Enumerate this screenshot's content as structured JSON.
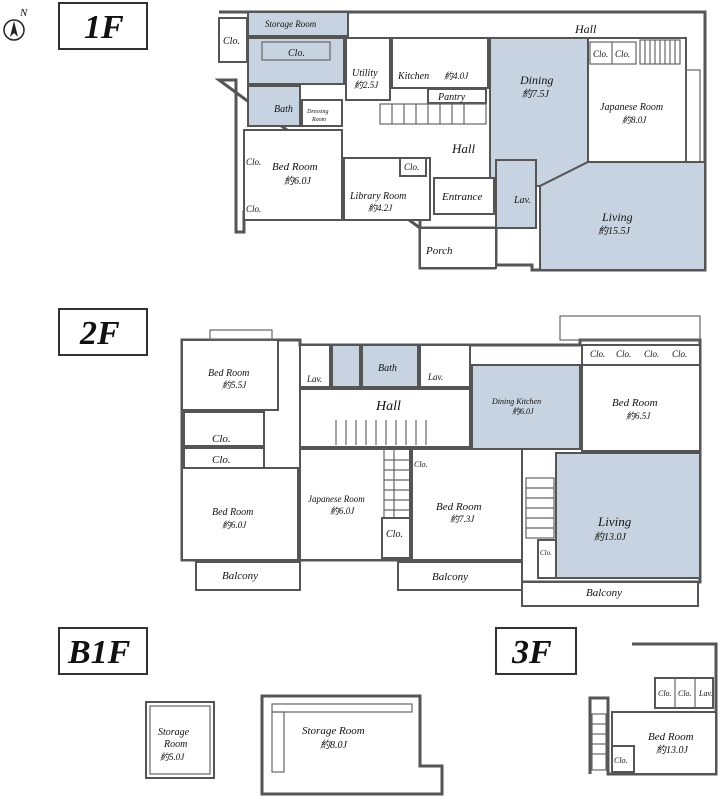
{
  "compass": {
    "letter": "N"
  },
  "floors": {
    "f1": "1F",
    "f2": "2F",
    "b1": "B1F",
    "f3": "3F"
  },
  "rooms_1f": {
    "storage": "Storage Room",
    "hall_top": "Hall",
    "clo_a": "Clo.",
    "clo_b": "Clo.",
    "clo_c": "Clo.",
    "clo_d": "Clo.",
    "utility": "Utility",
    "utility_size": "約2.5J",
    "kitchen": "Kitchen",
    "kitchen_size": "約4.0J",
    "pantry": "Pantry",
    "dining": "Dining",
    "dining_size": "約7.5J",
    "japanese": "Japanese Room",
    "japanese_size": "約8.0J",
    "bath": "Bath",
    "dressing": "Dressing",
    "dressing2": "Room",
    "hall_mid": "Hall",
    "bedroom": "Bed Room",
    "bedroom_size": "約6.0J",
    "clo_e": "Clo.",
    "clo_f": "Clo.",
    "clo_g": "Clo.",
    "library": "Library Room",
    "library_size": "約4.2J",
    "entrance": "Entrance",
    "lav": "Lav.",
    "living": "Living",
    "living_size": "約15.5J",
    "porch": "Porch"
  },
  "rooms_2f": {
    "bed1": "Bed Room",
    "bed1_size": "約5.5J",
    "lav1": "Lav.",
    "bath": "Bath",
    "lav2": "Lav.",
    "dk": "Dining Kitchen",
    "dk_size": "約6.0J",
    "clo_1": "Clo.",
    "clo_2": "Clo.",
    "clo_3": "Clo.",
    "clo_4": "Clo.",
    "bed2": "Bed Room",
    "bed2_size": "約6.5J",
    "hall": "Hall",
    "clo_5": "Clo.",
    "clo_6": "Clo.",
    "clo_7": "Clo.",
    "clo_8": "Clo.",
    "clo_9": "Clo.",
    "bed3": "Bed Room",
    "bed3_size": "約6.0J",
    "japanese": "Japanese Room",
    "japanese_size": "約6.0J",
    "bed4": "Bed Room",
    "bed4_size": "約7.3J",
    "living": "Living",
    "living_size": "約13.0J",
    "balcony1": "Balcony",
    "balcony2": "Balcony",
    "balcony3": "Balcony"
  },
  "rooms_b1": {
    "storage1": "Storage",
    "storage1b": "Room",
    "storage1_size": "約5.0J",
    "storage2": "Storage Room",
    "storage2_size": "約8.0J"
  },
  "rooms_3f": {
    "clo_1": "Clo.",
    "clo_2": "Clo.",
    "lav": "Lav.",
    "bed": "Bed Room",
    "bed_size": "約13.0J",
    "clo_3": "Clo."
  }
}
